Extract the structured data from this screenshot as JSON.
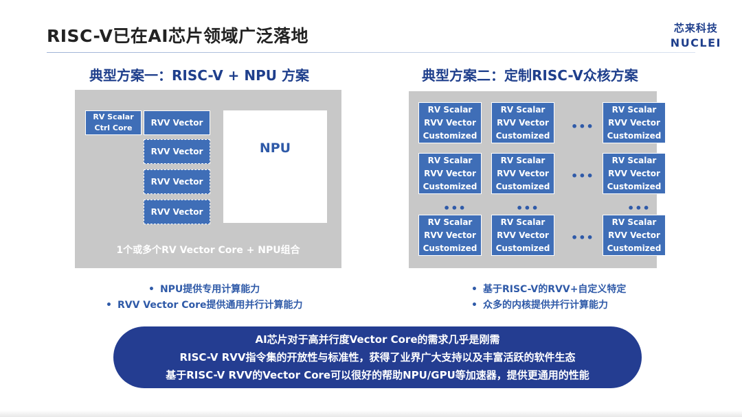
{
  "title": "RISC-V已在AI芯片领域广泛落地",
  "logo": {
    "cn": "芯来科技",
    "en": "NUCLEI"
  },
  "left": {
    "heading": "典型方案一：RISC-V + NPU 方案",
    "scalar_line1": "RV Scalar",
    "scalar_line2": "Ctrl Core",
    "vector_label": "RVV Vector",
    "npu_label": "NPU",
    "caption": "1个或多个RV Vector Core + NPU组合",
    "bullets": [
      "NPU提供专用计算能力",
      "RVV Vector Core提供通用并行计算能力"
    ]
  },
  "right": {
    "heading": "典型方案二：定制RISC-V众核方案",
    "core_lines": [
      "RV Scalar",
      "RVV Vector",
      "Customized"
    ],
    "ellipsis": "•••",
    "bullets": [
      "基于RISC-V的RVV+自定义特定",
      "众多的内核提供并行计算能力"
    ]
  },
  "bullet_marker": "•",
  "banner": [
    "AI芯片对于高并行度Vector Core的需求几乎是刚需",
    "RISC-V RVV指令集的开放性与标准性，获得了业界广大支持以及丰富活跃的软件生态",
    "基于RISC-V RVV的Vector Core可以很好的帮助NPU/GPU等加速器，提供更通用的性能"
  ],
  "colors": {
    "accent": "#1f3f8c",
    "chip": "#3f6eb7",
    "panel": "#c8c8c8",
    "banner": "#243d91"
  }
}
